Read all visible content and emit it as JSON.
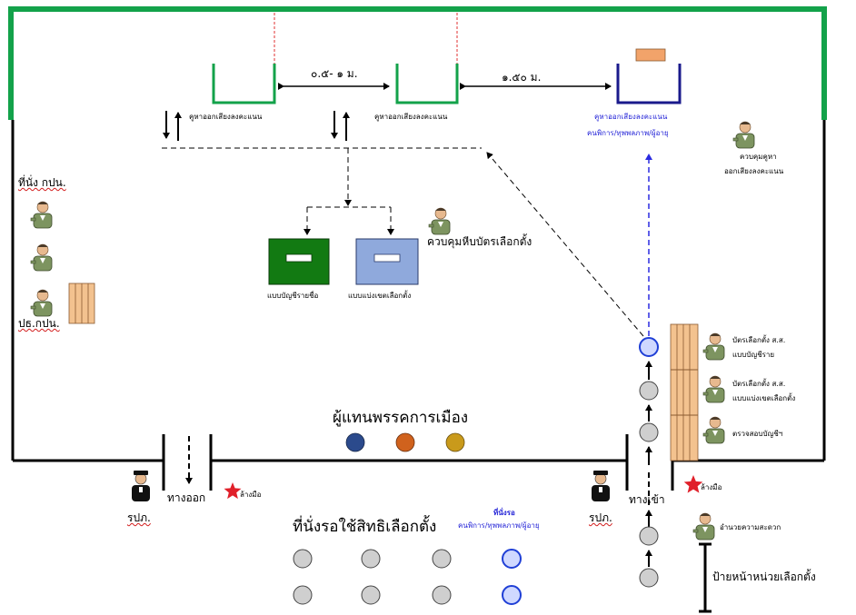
{
  "booths": {
    "booth1_label": "คูหาออกเสียงลงคะแนน",
    "booth2_label": "คูหาออกเสียงลงคะแนน",
    "booth3_label_line1": "คูหาออกเสียงลงคะแนน",
    "booth3_label_line2": "คนพิการ/ทุพพลภาพ/ผู้อายุ",
    "distance_1": "๐.๕- ๑ ม.",
    "distance_2": "๑.๕๐ ม."
  },
  "booth_controller": {
    "line1": "ควบคุมคูหา",
    "line2": "ออกเสียงลงคะแนน"
  },
  "ballot_boxes": {
    "controller": "ควบคุมหีบบัตรเลือกตั้ง",
    "box_party": "แบบบัญชีรายชื่อ",
    "box_district": "แบบแบ่งเขตเลือกตั้ง"
  },
  "committee": {
    "seat_label": "ที่นั่ง กปน.",
    "chair_label": "ปธ.กปน."
  },
  "officers": {
    "party_ballot_line1": "บัตรเลือกตั้ง ส.ส.",
    "party_ballot_line2": "แบบบัญชีราย",
    "district_ballot_line1": "บัตรเลือกตั้ง ส.ส.",
    "district_ballot_line2": "แบบแบ่งเขตเลือกตั้ง",
    "check_list": "ตรวจสอบบัญชีฯ"
  },
  "party_reps": {
    "label": "ผู้แทนพรรคการเมือง",
    "colors": [
      "#2b4a8c",
      "#d0621d",
      "#c99a1b"
    ]
  },
  "exit": {
    "label": "ทางออก",
    "wash": "ล้างมือ",
    "police": "รปภ."
  },
  "entrance": {
    "label": "ทางเข้า",
    "wash": "ล้างมือ",
    "police": "รปภ.",
    "facilitator": "อำนวยความสะดวก"
  },
  "waiting": {
    "label": "ที่นั่งรอใช้สิทธิเลือกตั้ง",
    "special_line1": "ที่นั่งรอ",
    "special_line2": "คนพิการ/ทุพพลภาพ/ผู้อายุ"
  },
  "sign": {
    "label": "ป้ายหน้าหน่วยเลือกตั้ง"
  },
  "colors": {
    "wall_green": "#13a24a",
    "wall_black": "#000000",
    "box_party": "#127a12",
    "box_district": "#8fa9dc",
    "booth_special": "#1a1a8c",
    "blue_arrow": "#2a2ae0",
    "queue_circle": "#cfcfcf",
    "star": "#e0202a",
    "ballot_stack": "#f3c28f"
  }
}
